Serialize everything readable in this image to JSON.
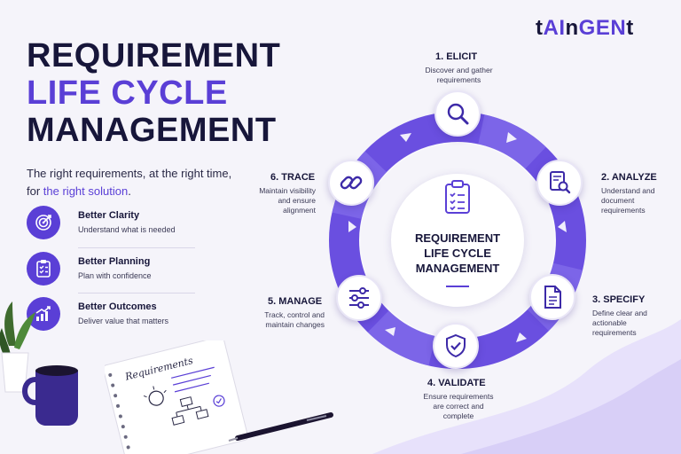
{
  "brand": {
    "p1": "t",
    "p2": "AI",
    "p3": "n",
    "p4": "GEN",
    "p5": "t"
  },
  "title": {
    "line1": "REQUIREMENT",
    "line2": "LIFE CYCLE",
    "line3": "MANAGEMENT"
  },
  "tagline": {
    "part1": "The right requirements, at the right time,",
    "part2": "for ",
    "accent": "the right solution",
    "end": "."
  },
  "benefits": [
    {
      "title": "Better Clarity",
      "desc": "Understand what is needed",
      "icon": "target-icon"
    },
    {
      "title": "Better Planning",
      "desc": "Plan with confidence",
      "icon": "checklist-icon"
    },
    {
      "title": "Better Outcomes",
      "desc": "Deliver value that matters",
      "icon": "growth-chart-icon"
    }
  ],
  "center": {
    "line1": "REQUIREMENT",
    "line2": "LIFE CYCLE",
    "line3": "MANAGEMENT",
    "icon": "clipboard-icon"
  },
  "stages": [
    {
      "label": "1. ELICIT",
      "desc1": "Discover and gather",
      "desc2": "requirements",
      "icon": "magnifier-icon"
    },
    {
      "label": "2. ANALYZE",
      "desc1": "Understand and",
      "desc2": "document",
      "desc3": "requirements",
      "icon": "document-search-icon"
    },
    {
      "label": "3. SPECIFY",
      "desc1": "Define clear and",
      "desc2": "actionable",
      "desc3": "requirements",
      "icon": "document-icon"
    },
    {
      "label": "4. VALIDATE",
      "desc1": "Ensure requirements",
      "desc2": "are correct and",
      "desc3": "complete",
      "icon": "shield-check-icon"
    },
    {
      "label": "5. MANAGE",
      "desc1": "Track, control and",
      "desc2": "maintain changes",
      "icon": "sliders-icon"
    },
    {
      "label": "6. TRACE",
      "desc1": "Maintain visibility",
      "desc2": "and ensure",
      "desc3": "alignment",
      "icon": "link-icon"
    }
  ],
  "notebook": {
    "heading": "Requirements"
  },
  "colors": {
    "primary": "#5a3fd6",
    "dark": "#17163a",
    "ring_light": "#8b78ee",
    "background": "#f5f4fa"
  }
}
